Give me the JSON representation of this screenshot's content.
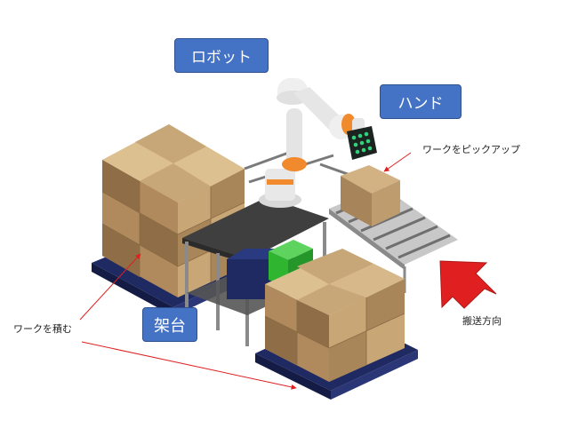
{
  "labels": {
    "robot": "ロボット",
    "hand": "ハンド",
    "stand": "架台"
  },
  "annotations": {
    "pick_up": "ワークをピックアップ",
    "stack": "ワークを積む",
    "direction": "搬送方向"
  },
  "colors": {
    "label_fill": "#4472c4",
    "arrow_red": "#e02020",
    "box_light": "#d9b98c",
    "box_dark": "#9b7a53",
    "pallet": "#1f2a63",
    "frame": "#4a4a4a",
    "green_device": "#2fb52f"
  }
}
